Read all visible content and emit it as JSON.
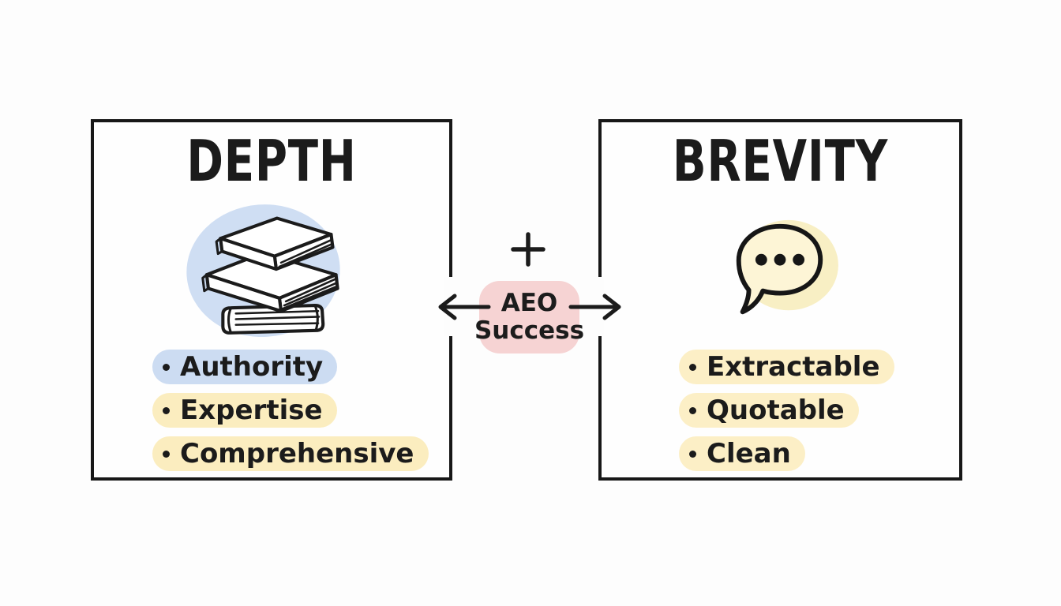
{
  "canvas": {
    "background": "#fdfdfd",
    "ink": "#1b1b1b",
    "box_border": "#171717"
  },
  "left_panel": {
    "title": "DEPTH",
    "icon": "books-icon",
    "icon_blob_color": "#cfdef3",
    "items": [
      {
        "label": "Authority",
        "highlight": "#ccdcf2"
      },
      {
        "label": "Expertise",
        "highlight": "#fbedbf"
      },
      {
        "label": "Comprehensive",
        "highlight": "#fbedbf"
      }
    ]
  },
  "right_panel": {
    "title": "BREVITY",
    "icon": "speech-bubble-icon",
    "icon_blob_color": "#f8efc4",
    "bubble_fill": "#fdf5d6",
    "items": [
      {
        "label": "Extractable",
        "highlight": "#fcefc6"
      },
      {
        "label": "Quotable",
        "highlight": "#fcefc6"
      },
      {
        "label": "Clean",
        "highlight": "#fcefc6"
      }
    ]
  },
  "center": {
    "plus_sign": "+",
    "label_line1": "AEO",
    "label_line2": "Success",
    "box_color": "#f6d3d3",
    "icons": [
      "plus-icon",
      "left-arrow-icon",
      "right-arrow-icon"
    ]
  }
}
